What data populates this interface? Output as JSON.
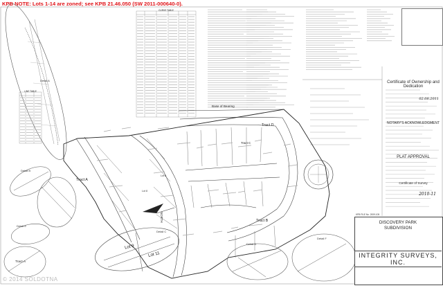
{
  "header_note": "KPB NOTE: Lots 1-14 are zoned; see KPB 21.46.050 (SW 2011-000640-0).",
  "curve_table_title": "CURVE TABLE",
  "line_table_title": "LINE TABLE",
  "plan": {
    "base_of_bearing": "Base of Bearing",
    "tract_a": "Tract A",
    "tract_b": "Tract B",
    "tract_c": "Tract C",
    "tract_d": "Tract D",
    "tract_a_left": "Tract A",
    "detail_a": "Detail A",
    "detail_b": "Detail B",
    "detail_c": "Detail C",
    "detail_d": "Detail D",
    "detail_e": "Detail E",
    "detail_f": "Detail F",
    "lot_9": "Lot 9",
    "lot_11": "Lot 11",
    "lot_6": "Lot 6",
    "lot_8": "Lot 8",
    "north": "NORTH"
  },
  "right_panel": {
    "certificate_ownership": "Certificate of Ownership and Dedication",
    "notary": "NOTARY'S ACKNOWLEDGMENT",
    "plat_approval": "PLAT APPROVAL",
    "certificate_survey": "Certificate of Survey",
    "date_1": "02.08.2011",
    "date_2": "2010-11"
  },
  "title_block": {
    "file_no": "KPB FILE No. 2009-105",
    "name_line1": "DISCOVERY PARK",
    "name_line2": "SUBDIVISION",
    "firm": "INTEGRITY SURVEYS, INC."
  },
  "watermark": "© 2014 SOLDOTNA"
}
